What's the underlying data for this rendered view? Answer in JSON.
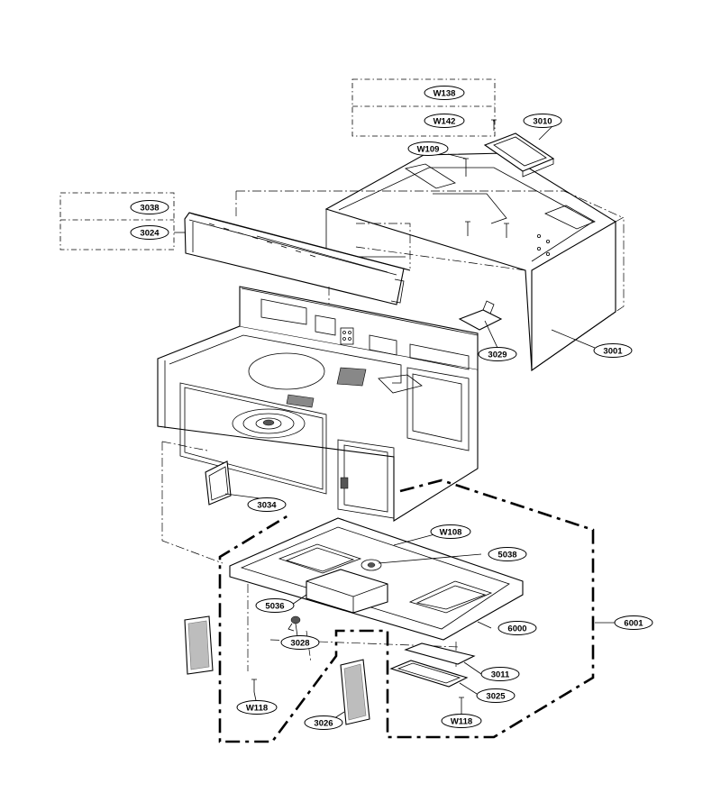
{
  "callouts": {
    "w138": "W138",
    "w142": "W142",
    "c3010": "3010",
    "w109": "W109",
    "c3038": "3038",
    "c3024": "3024",
    "c3029": "3029",
    "c3001": "3001",
    "c3034": "3034",
    "w108": "W108",
    "c5038": "5038",
    "c5036": "5036",
    "c6000": "6000",
    "c6001": "6001",
    "c3028": "3028",
    "c3011": "3011",
    "c3025": "3025",
    "w118a": "W118",
    "w118b": "W118",
    "c3026": "3026"
  }
}
